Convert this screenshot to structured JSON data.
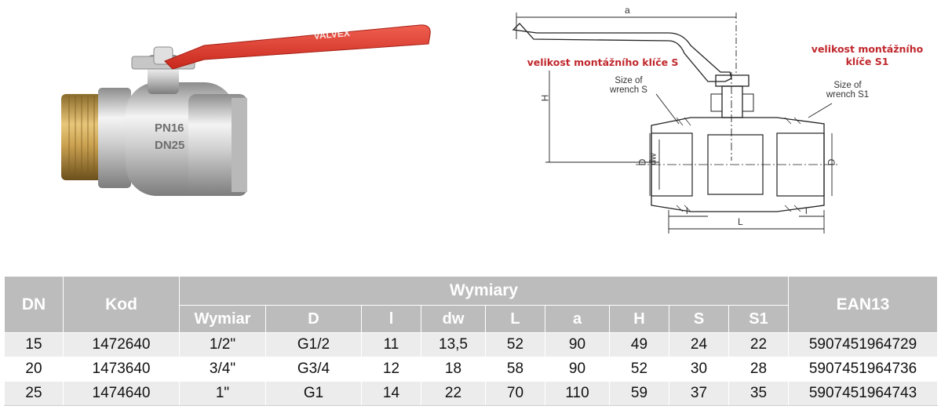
{
  "photo": {
    "handle_brand": "VALVEX",
    "body_mark_1": "PN16",
    "body_mark_2": "DN25"
  },
  "drawing": {
    "dim_a": "a",
    "dim_H": "H",
    "dim_D": "D",
    "dim_dw": "dw",
    "dim_D2": "D",
    "dim_l": "l",
    "dim_L": "L",
    "dim_l2": "l",
    "label_s_cz": "velikost montážního klíče S",
    "label_s1_cz_1": "velikost montážního",
    "label_s1_cz_2": "klíče S1",
    "label_s_en_1": "Size of",
    "label_s_en_2": "wrench S",
    "label_s1_en_1": "Size of",
    "label_s1_en_2": "wrench S1"
  },
  "table": {
    "header_top": {
      "dn": "DN",
      "kod": "Kod",
      "wymiary": "Wymiary",
      "ean": "EAN13"
    },
    "header_sub": [
      "Wymiar",
      "D",
      "l",
      "dw",
      "L",
      "a",
      "H",
      "S",
      "S1"
    ],
    "rows": [
      [
        "15",
        "1472640",
        "1/2\"",
        "G1/2",
        "11",
        "13,5",
        "52",
        "90",
        "49",
        "24",
        "22",
        "5907451964729"
      ],
      [
        "20",
        "1473640",
        "3/4\"",
        "G3/4",
        "12",
        "18",
        "58",
        "90",
        "52",
        "30",
        "28",
        "5907451964736"
      ],
      [
        "25",
        "1474640",
        "1\"",
        "G1",
        "14",
        "22",
        "70",
        "110",
        "59",
        "37",
        "35",
        "5907451964743"
      ]
    ]
  }
}
